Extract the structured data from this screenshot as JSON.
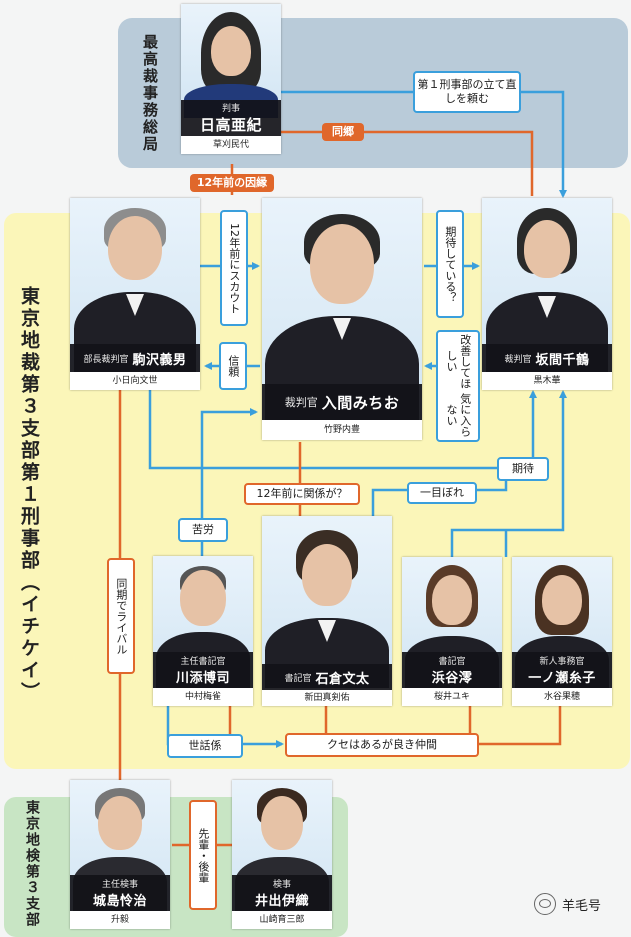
{
  "zones": {
    "supreme": "最高裁事務総局",
    "district": "東京地裁第３支部第１刑事部（イチケイ）",
    "prosecutor": "東京地検第３支部"
  },
  "people": {
    "hinata": {
      "role": "判事",
      "name": "日高亜紀",
      "actor": "草刈民代"
    },
    "komazawa": {
      "role": "部長裁判官",
      "name": "駒沢義男",
      "actor": "小日向文世"
    },
    "iruma": {
      "role": "裁判官",
      "name": "入間みちお",
      "actor": "竹野内豊"
    },
    "sakama": {
      "role": "裁判官",
      "name": "坂間千鶴",
      "actor": "黒木華"
    },
    "kawasoe": {
      "role": "主任書記官",
      "name": "川添博司",
      "actor": "中村梅雀"
    },
    "ishikura": {
      "role": "書記官",
      "name": "石倉文太",
      "actor": "新田真剣佑"
    },
    "hamaya": {
      "role": "書記官",
      "name": "浜谷澪",
      "actor": "桜井ユキ"
    },
    "ichinose": {
      "role": "新人事務官",
      "name": "一ノ瀬糸子",
      "actor": "水谷果穂"
    },
    "jojima": {
      "role": "主任検事",
      "name": "城島怜治",
      "actor": "升毅"
    },
    "ide": {
      "role": "検事",
      "name": "井出伊織",
      "actor": "山崎育三郎"
    }
  },
  "relations": {
    "ask_rebuild": "第１刑事部の立て直しを頼む",
    "hometown": "同郷",
    "old_karma": "12年前の因縁",
    "scout": "12年前にスカウト",
    "expecting": "期待している？",
    "trust": "信頼",
    "want_improve": "改善してほしい",
    "dislike": "気に入らない",
    "past_relation": "12年前に関係が？",
    "love_first_sight": "一目ぼれ",
    "expect": "期待",
    "hardship": "苦労",
    "rival": "同期でライバル",
    "caretaker": "世話係",
    "good_friends": "クセはあるが良き仲間",
    "senior_junior": "先輩・後輩"
  },
  "watermark": "羊毛号",
  "colors": {
    "blue": "#3a9fdc",
    "orange": "#e0672b"
  }
}
